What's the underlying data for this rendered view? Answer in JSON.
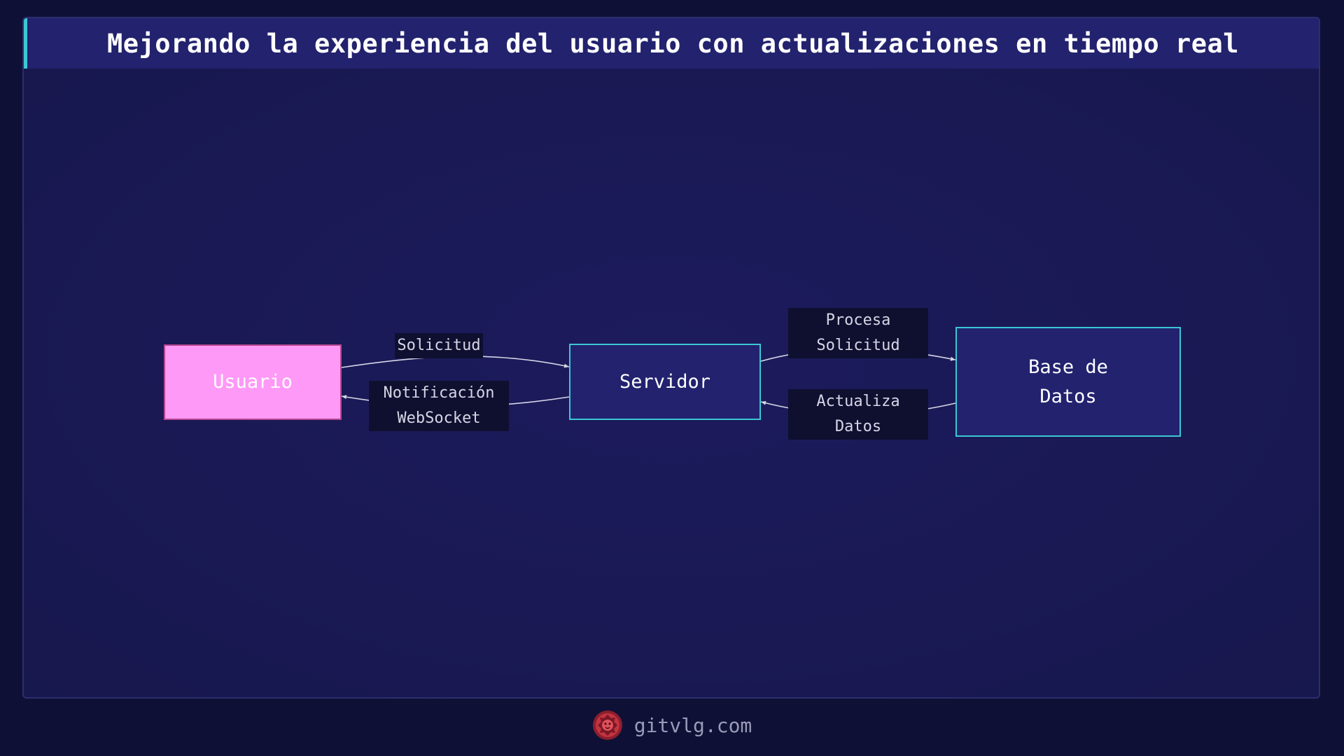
{
  "header": {
    "title": "Mejorando la experiencia del usuario con actualizaciones en tiempo real"
  },
  "diagram": {
    "nodes": {
      "user": "Usuario",
      "server": "Servidor",
      "database": "Base de\nDatos"
    },
    "edges": {
      "user_to_server": "Solicitud",
      "server_to_user": "Notificación\nWebSocket",
      "server_to_db": "Procesa\nSolicitud",
      "db_to_server": "Actualiza\nDatos"
    }
  },
  "footer": {
    "site": "gitvlg.com",
    "logo_icon": "lion-logo-icon"
  },
  "colors": {
    "background": "#0f1035",
    "title_accent": "#3cc7d3",
    "user_node": "#ff99f7",
    "node_fill": "#22226f",
    "node_border": "#3cc7d3"
  }
}
